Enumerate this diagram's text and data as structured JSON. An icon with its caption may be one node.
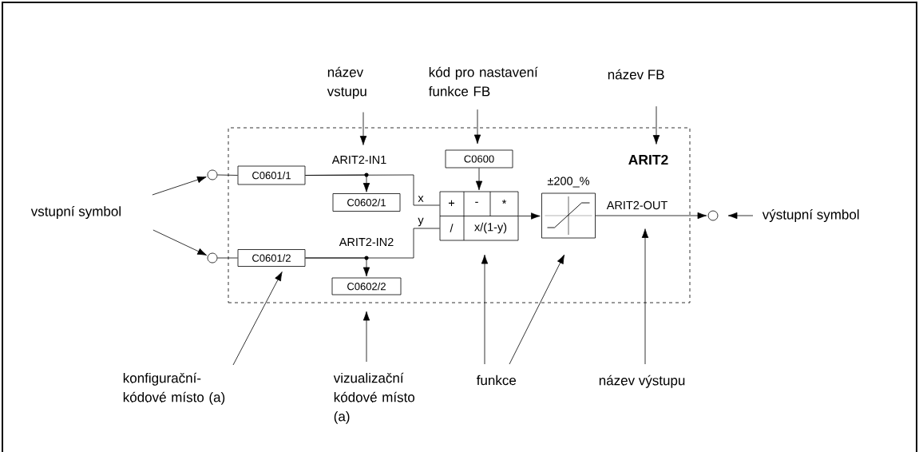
{
  "diagram": {
    "nodes": [
      {
        "text": [],
        "shape": "box"
      },
      {
        "text": [
          "ARIT2"
        ],
        "in": 0
      },
      {
        "text": [
          "název vstupu"
        ]
      },
      {
        "text": [
          "kód pro nastavení funkce FB"
        ]
      },
      {
        "text": [
          "název FB"
        ]
      },
      {
        "text": [],
        "shape": "circle"
      },
      {
        "text": [
          "C0601/1"
        ],
        "in": 0
      },
      {
        "text": [
          "ARIT2-IN1"
        ],
        "in": 0
      },
      {
        "text": [
          "C0602/1"
        ],
        "in": 0
      },
      {
        "text": [],
        "shape": "circle"
      },
      {
        "text": [
          "C0601/2"
        ],
        "in": 0
      },
      {
        "text": [
          "ARIT2-IN2"
        ],
        "in": 0
      },
      {
        "text": [
          "C0602/2"
        ],
        "in": 0
      },
      {
        "text": [
          "C0600"
        ],
        "in": 0
      },
      {
        "text": [
          "+",
          "-",
          "*",
          "/",
          "x/(1-y)"
        ],
        "in": 0
      },
      {
        "text": [],
        "shape": "box",
        "beside": [
          "±200_%"
        ],
        "in": 0
      },
      {
        "text": [
          "ARIT2-OUT"
        ],
        "in": 0
      },
      {
        "text": [],
        "shape": "circle"
      },
      {
        "text": [
          "výstupní symbol"
        ]
      },
      {
        "text": [
          "vstupní symbol"
        ]
      },
      {
        "text": [
          "konfigurační- kódové místo (a)"
        ]
      },
      {
        "text": [
          "vizualizační kódové místo (a)"
        ]
      },
      {
        "text": [
          "funkce"
        ]
      },
      {
        "text": [
          "název výstupu"
        ]
      }
    ],
    "edges": [
      {
        "from": 5,
        "to": 6,
        "arrow": "none"
      },
      {
        "from": 6,
        "to": 14,
        "arrow": "none",
        "label": "x"
      },
      {
        "from": 6,
        "to": 8,
        "arrow": "to"
      },
      {
        "from": 9,
        "to": 10,
        "arrow": "none"
      },
      {
        "from": 10,
        "to": 14,
        "arrow": "none",
        "label": "y"
      },
      {
        "from": 10,
        "to": 12,
        "arrow": "to"
      },
      {
        "from": 13,
        "to": 14,
        "arrow": "to"
      },
      {
        "from": 14,
        "to": 15,
        "arrow": "to"
      },
      {
        "from": 15,
        "to": 17,
        "arrow": "to"
      },
      {
        "from": 18,
        "to": 17,
        "arrow": "to"
      },
      {
        "from": 19,
        "to": 5,
        "arrow": "to"
      },
      {
        "from": 19,
        "to": 9,
        "arrow": "to"
      },
      {
        "from": 2,
        "to": 7,
        "arrow": "to"
      },
      {
        "from": 3,
        "to": 13,
        "arrow": "to"
      },
      {
        "from": 4,
        "to": 1,
        "arrow": "to"
      },
      {
        "from": 20,
        "to": 10,
        "arrow": "to"
      },
      {
        "from": 21,
        "to": 12,
        "arrow": "to"
      },
      {
        "from": 22,
        "to": 14,
        "arrow": "to"
      },
      {
        "from": 22,
        "to": 15,
        "arrow": "to"
      },
      {
        "from": 23,
        "to": 16,
        "arrow": "to"
      }
    ]
  }
}
